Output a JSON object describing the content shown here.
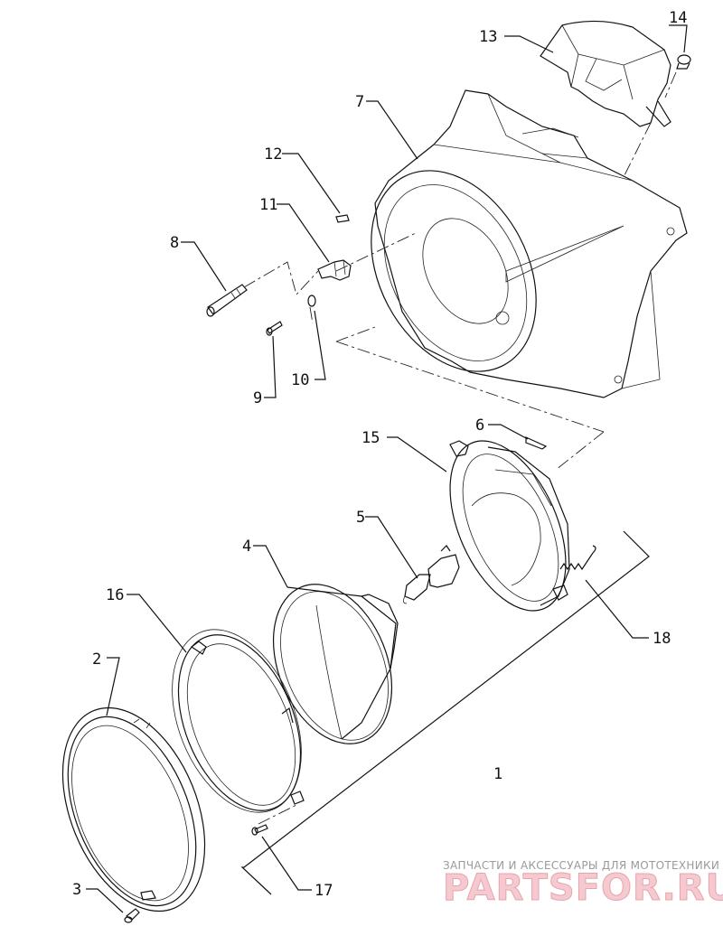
{
  "labels": {
    "p1": "1",
    "p2": "2",
    "p3": "3",
    "p4": "4",
    "p5": "5",
    "p6": "6",
    "p7": "7",
    "p8": "8",
    "p9": "9",
    "p10": "10",
    "p11": "11",
    "p12": "12",
    "p13": "13",
    "p14": "14",
    "p15": "15",
    "p16": "16",
    "p17": "17",
    "p18": "18"
  },
  "watermark": {
    "tagline": "ЗАПЧАСТИ И АКСЕССУАРЫ ДЛЯ МОТОТЕХНИКИ",
    "logo": "PARTSFOR.RU"
  }
}
